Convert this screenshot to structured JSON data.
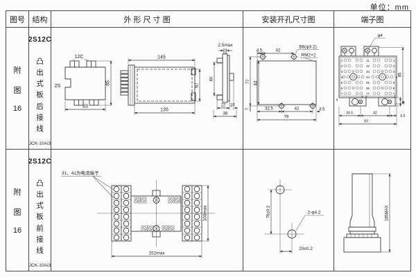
{
  "page": {
    "unit": "单位：mm"
  },
  "headers": {
    "fig": "图号",
    "structure": "结构",
    "outline": "外 形 尺 寸 图",
    "mount": "安装开孔尺寸图",
    "terminal": "端子图"
  },
  "r1": {
    "fig": [
      "附",
      "图",
      "16"
    ],
    "model": "2S12C",
    "wiring": "凸出式板后接线",
    "product": "JCK-10A/3",
    "outline": {
      "label12c": "12C",
      "label2s": "2S",
      "w": "83",
      "h": "85",
      "l1": "145",
      "l2": "135",
      "bh": "67",
      "pt": "2.5max",
      "ph": "60",
      "d22": "22",
      "d10": "10",
      "d38": "38"
    },
    "mount": {
      "d45t": "4.5",
      "d42t": "42",
      "hole": "B6(φ3.2)",
      "thread": "RM2×2",
      "d77": "77",
      "d63": "63",
      "d7": "7",
      "d325": "32.5",
      "d42b": "42",
      "d45b": "4.5",
      "d79": "79"
    },
    "term": {
      "phi": "φ4",
      "h": "85",
      "cols": [
        "1",
        "2",
        "1",
        "2"
      ],
      "rl": [
        "1",
        "2",
        "3",
        "4",
        "5",
        "6",
        "7"
      ],
      "rr": [
        "1",
        "2",
        "3",
        "4",
        "5",
        "6",
        "7"
      ],
      "c": [
        "11",
        "22",
        "33",
        "44",
        "55",
        "66",
        "77"
      ],
      "e8": [
        "8",
        "8",
        "8",
        "8"
      ],
      "d345": "34.5",
      "d42": "42",
      "d83": "83",
      "d65": "6.5",
      "d4": "4"
    }
  },
  "r2": {
    "fig": [
      "附",
      "图",
      "16"
    ],
    "model": "2S12C",
    "wiring": "凸出式板前接线",
    "product": "JCK-10A/3",
    "front": {
      "note": "31、41为电流端子",
      "w": "152max",
      "h": "100max"
    },
    "mount": {
      "dv": "76±0.2",
      "dh": "20±0.2",
      "label": "2-φ4.2"
    },
    "side": {
      "h": "185MAX"
    }
  }
}
